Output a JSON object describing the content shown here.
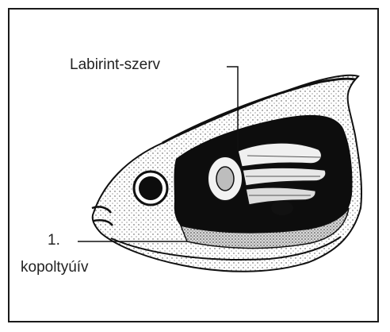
{
  "labels": {
    "labyrinth_organ": "Labirint-szerv",
    "gill_arch_number": "1.",
    "gill_arch": "kopoltyúív"
  },
  "colors": {
    "ink": "#111111",
    "text": "#222222",
    "background": "#ffffff",
    "frame": "#1a1a1a"
  }
}
